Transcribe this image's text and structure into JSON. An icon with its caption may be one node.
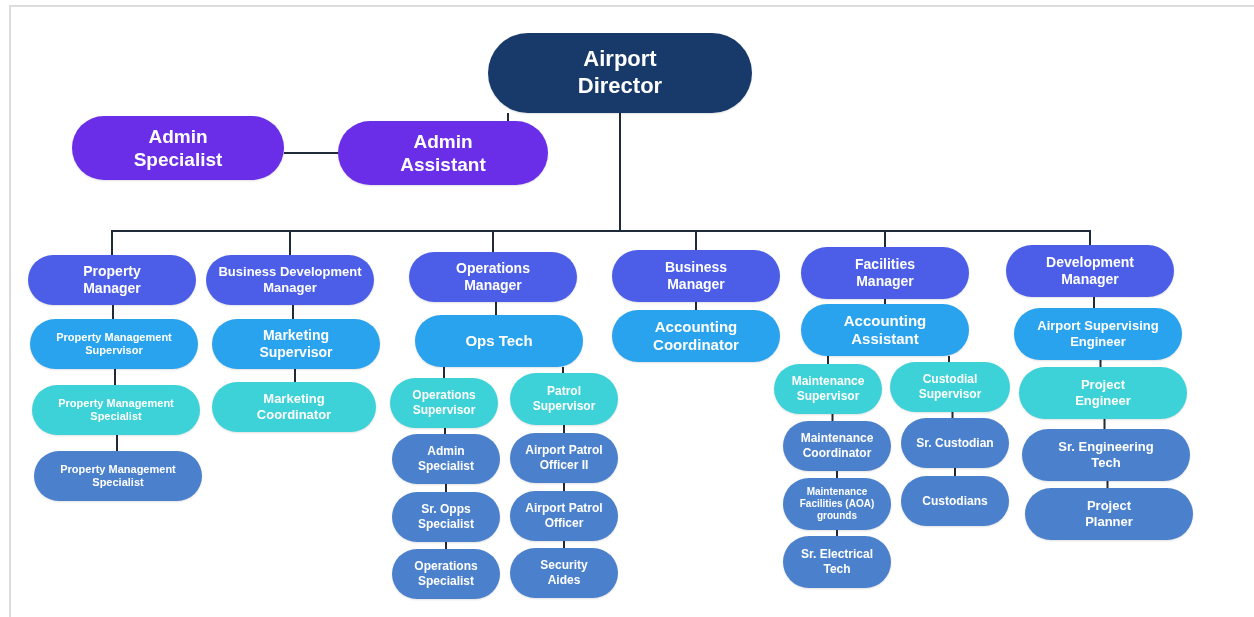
{
  "diagram": {
    "nodes": [
      {
        "text": [
          "Airport Director"
        ]
      },
      {
        "text": [
          "Admin Specialist"
        ]
      },
      {
        "text": [
          "Admin Assistant"
        ]
      },
      {
        "text": [
          "Property Manager"
        ]
      },
      {
        "text": [
          "Business Development Manager"
        ]
      },
      {
        "text": [
          "Operations Manager"
        ]
      },
      {
        "text": [
          "Business Manager"
        ]
      },
      {
        "text": [
          "Facilities Manager"
        ]
      },
      {
        "text": [
          "Development Manager"
        ]
      },
      {
        "text": [
          "Property Management Supervisor"
        ]
      },
      {
        "text": [
          "Property Management Specialist"
        ]
      },
      {
        "text": [
          "Property Management Specialist"
        ]
      },
      {
        "text": [
          "Marketing Supervisor"
        ]
      },
      {
        "text": [
          "Marketing Coordinator"
        ]
      },
      {
        "text": [
          "Ops Tech"
        ]
      },
      {
        "text": [
          "Operations Supervisor"
        ]
      },
      {
        "text": [
          "Patrol Supervisor"
        ]
      },
      {
        "text": [
          "Admin Specialist"
        ]
      },
      {
        "text": [
          "Sr. Opps Specialist"
        ]
      },
      {
        "text": [
          "Operations Specialist"
        ]
      },
      {
        "text": [
          "Airport Patrol Officer II"
        ]
      },
      {
        "text": [
          "Airport Patrol Officer"
        ]
      },
      {
        "text": [
          "Security Aides"
        ]
      },
      {
        "text": [
          "Accounting Coordinator"
        ]
      },
      {
        "text": [
          "Accounting Assistant"
        ]
      },
      {
        "text": [
          "Maintenance Supervisor"
        ]
      },
      {
        "text": [
          "Custodial Supervisor"
        ]
      },
      {
        "text": [
          "Maintenance Coordinator"
        ]
      },
      {
        "text": [
          "Maintenance Facilities (AOA) grounds"
        ]
      },
      {
        "text": [
          "Sr. Electrical Tech"
        ]
      },
      {
        "text": [
          "Sr. Custodian"
        ]
      },
      {
        "text": [
          "Custodians"
        ]
      },
      {
        "text": [
          "Airport Supervising Engineer"
        ]
      },
      {
        "text": [
          "Project Engineer"
        ]
      },
      {
        "text": [
          "Sr. Engineering Tech"
        ]
      },
      {
        "text": [
          "Project Planner"
        ]
      }
    ],
    "edges": [
      {
        "from": 0,
        "to": 2,
        "arrow": "none"
      },
      {
        "from": 2,
        "to": 1,
        "arrow": "none"
      },
      {
        "from": 0,
        "to": 3,
        "arrow": "none"
      },
      {
        "from": 0,
        "to": 4,
        "arrow": "none"
      },
      {
        "from": 0,
        "to": 5,
        "arrow": "none"
      },
      {
        "from": 0,
        "to": 6,
        "arrow": "none"
      },
      {
        "from": 0,
        "to": 7,
        "arrow": "none"
      },
      {
        "from": 0,
        "to": 8,
        "arrow": "none"
      },
      {
        "from": 3,
        "to": 9,
        "arrow": "none"
      },
      {
        "from": 9,
        "to": 10,
        "arrow": "none"
      },
      {
        "from": 10,
        "to": 11,
        "arrow": "none"
      },
      {
        "from": 4,
        "to": 12,
        "arrow": "none"
      },
      {
        "from": 12,
        "to": 13,
        "arrow": "none"
      },
      {
        "from": 5,
        "to": 14,
        "arrow": "none"
      },
      {
        "from": 14,
        "to": 15,
        "arrow": "none"
      },
      {
        "from": 14,
        "to": 16,
        "arrow": "none"
      },
      {
        "from": 15,
        "to": 17,
        "arrow": "none"
      },
      {
        "from": 17,
        "to": 18,
        "arrow": "none"
      },
      {
        "from": 18,
        "to": 19,
        "arrow": "none"
      },
      {
        "from": 16,
        "to": 20,
        "arrow": "none"
      },
      {
        "from": 20,
        "to": 21,
        "arrow": "none"
      },
      {
        "from": 21,
        "to": 22,
        "arrow": "none"
      },
      {
        "from": 6,
        "to": 23,
        "arrow": "none"
      },
      {
        "from": 7,
        "to": 24,
        "arrow": "none"
      },
      {
        "from": 24,
        "to": 25,
        "arrow": "none"
      },
      {
        "from": 24,
        "to": 26,
        "arrow": "none"
      },
      {
        "from": 25,
        "to": 27,
        "arrow": "none"
      },
      {
        "from": 27,
        "to": 28,
        "arrow": "none"
      },
      {
        "from": 28,
        "to": 29,
        "arrow": "none"
      },
      {
        "from": 26,
        "to": 30,
        "arrow": "none"
      },
      {
        "from": 30,
        "to": 31,
        "arrow": "none"
      },
      {
        "from": 8,
        "to": 32,
        "arrow": "none"
      },
      {
        "from": 32,
        "to": 33,
        "arrow": "none"
      },
      {
        "from": 33,
        "to": 34,
        "arrow": "none"
      },
      {
        "from": 34,
        "to": 35,
        "arrow": "none"
      }
    ]
  }
}
